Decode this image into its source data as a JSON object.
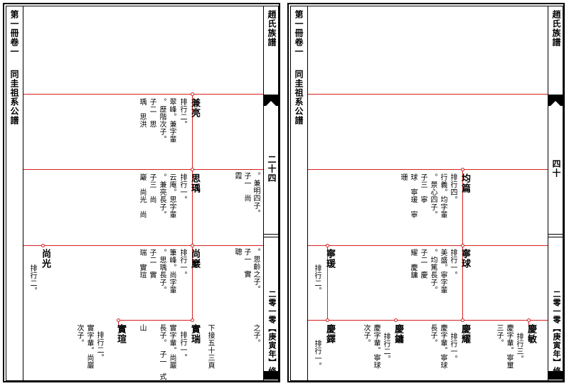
{
  "left_page": {
    "volume_label": "第一冊卷一",
    "section_label": "同圭祖系公譜",
    "book_title": "趙氏族譜",
    "page_no": "二十四",
    "edition": "二零一零【庚寅年】修",
    "entries": {
      "jianliang": {
        "name": "兼亮",
        "lines": [
          "排行二。",
          "翠峰。兼字輩",
          "。歷階次子。",
          "子二　思",
          "瑀　思洪"
        ]
      },
      "siyu": {
        "name": "思瑀",
        "lines": [
          "排行一。",
          "云庵。思字輩",
          "。兼亮長子。",
          "子三　尚",
          "巖　尚光　尚"
        ]
      },
      "shangyan": {
        "name": "尚巖",
        "lines": [
          "排行一。",
          "筆峰。尚字輩",
          "。思瑀長子。",
          "子二　實",
          "瑞　實瑄"
        ]
      },
      "shangguang": {
        "name": "尚光",
        "lines": [
          "排行二。"
        ]
      },
      "shirui": {
        "name": "實瑞",
        "lines": [
          "下接五十三頁",
          "排行一。",
          "實字輩。尚巖",
          "長子。　子一　式",
          "山"
        ]
      },
      "shixuan": {
        "name": "實瑄",
        "lines": [
          "排行二。",
          "實字輩。尚巖",
          "次子。"
        ]
      },
      "right_col1": {
        "lines": [
          "。兼明四子。",
          "子一　尚",
          "霞"
        ]
      },
      "right_col2": {
        "lines": [
          "。思齡之子。",
          "子一　實",
          "聰"
        ]
      },
      "right_col3": {
        "lines": [
          "之子。"
        ]
      }
    }
  },
  "right_page": {
    "volume_label": "第一冊卷一",
    "section_label": "同圭祖系公譜",
    "book_title": "趙氏族譜",
    "page_no": "四十",
    "edition": "二零一零【庚寅年】修",
    "entries": {
      "junpian": {
        "name": "均篇",
        "lines": [
          "排行四。",
          "行義。均字輩",
          "。景心四子。",
          "子三　寧",
          "球　寧瑗　寧",
          "珊"
        ]
      },
      "ningqiu": {
        "name": "寧球",
        "lines": [
          "排行一。",
          "美盛。寧字輩",
          "。均篤長子。",
          "子二　慶",
          "耀　慶鏞"
        ]
      },
      "ningyuan": {
        "name": "寧瑗",
        "lines": [
          "排行二。"
        ]
      },
      "qingmin": {
        "name": "慶敏",
        "lines": [
          "排行三。",
          "慶字輩。寧壐",
          "三子。"
        ]
      },
      "qingyao": {
        "name": "慶耀",
        "lines": [
          "排行一。",
          "慶字輩。寧球",
          "長子。"
        ]
      },
      "qingyong": {
        "name": "慶鏞",
        "lines": [
          "排行二。",
          "慶字輩。寧球",
          "次子。"
        ]
      },
      "qingyi": {
        "name": "慶鐸",
        "lines": [
          "排行一。"
        ]
      }
    }
  }
}
